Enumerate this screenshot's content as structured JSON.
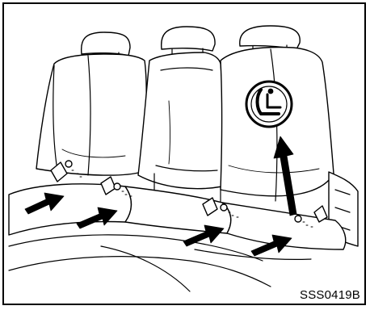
{
  "figure": {
    "code": "SSS0419B",
    "colors": {
      "ink": "#000000",
      "paper": "#ffffff"
    },
    "icons": {
      "isofix": "child-seat-isofix-symbol-icon",
      "arrow": "arrow-icon",
      "anchor": "lower-anchor-icon"
    },
    "counts": {
      "lower_anchor_arrows": 4,
      "symbol_arrows": 1
    }
  }
}
